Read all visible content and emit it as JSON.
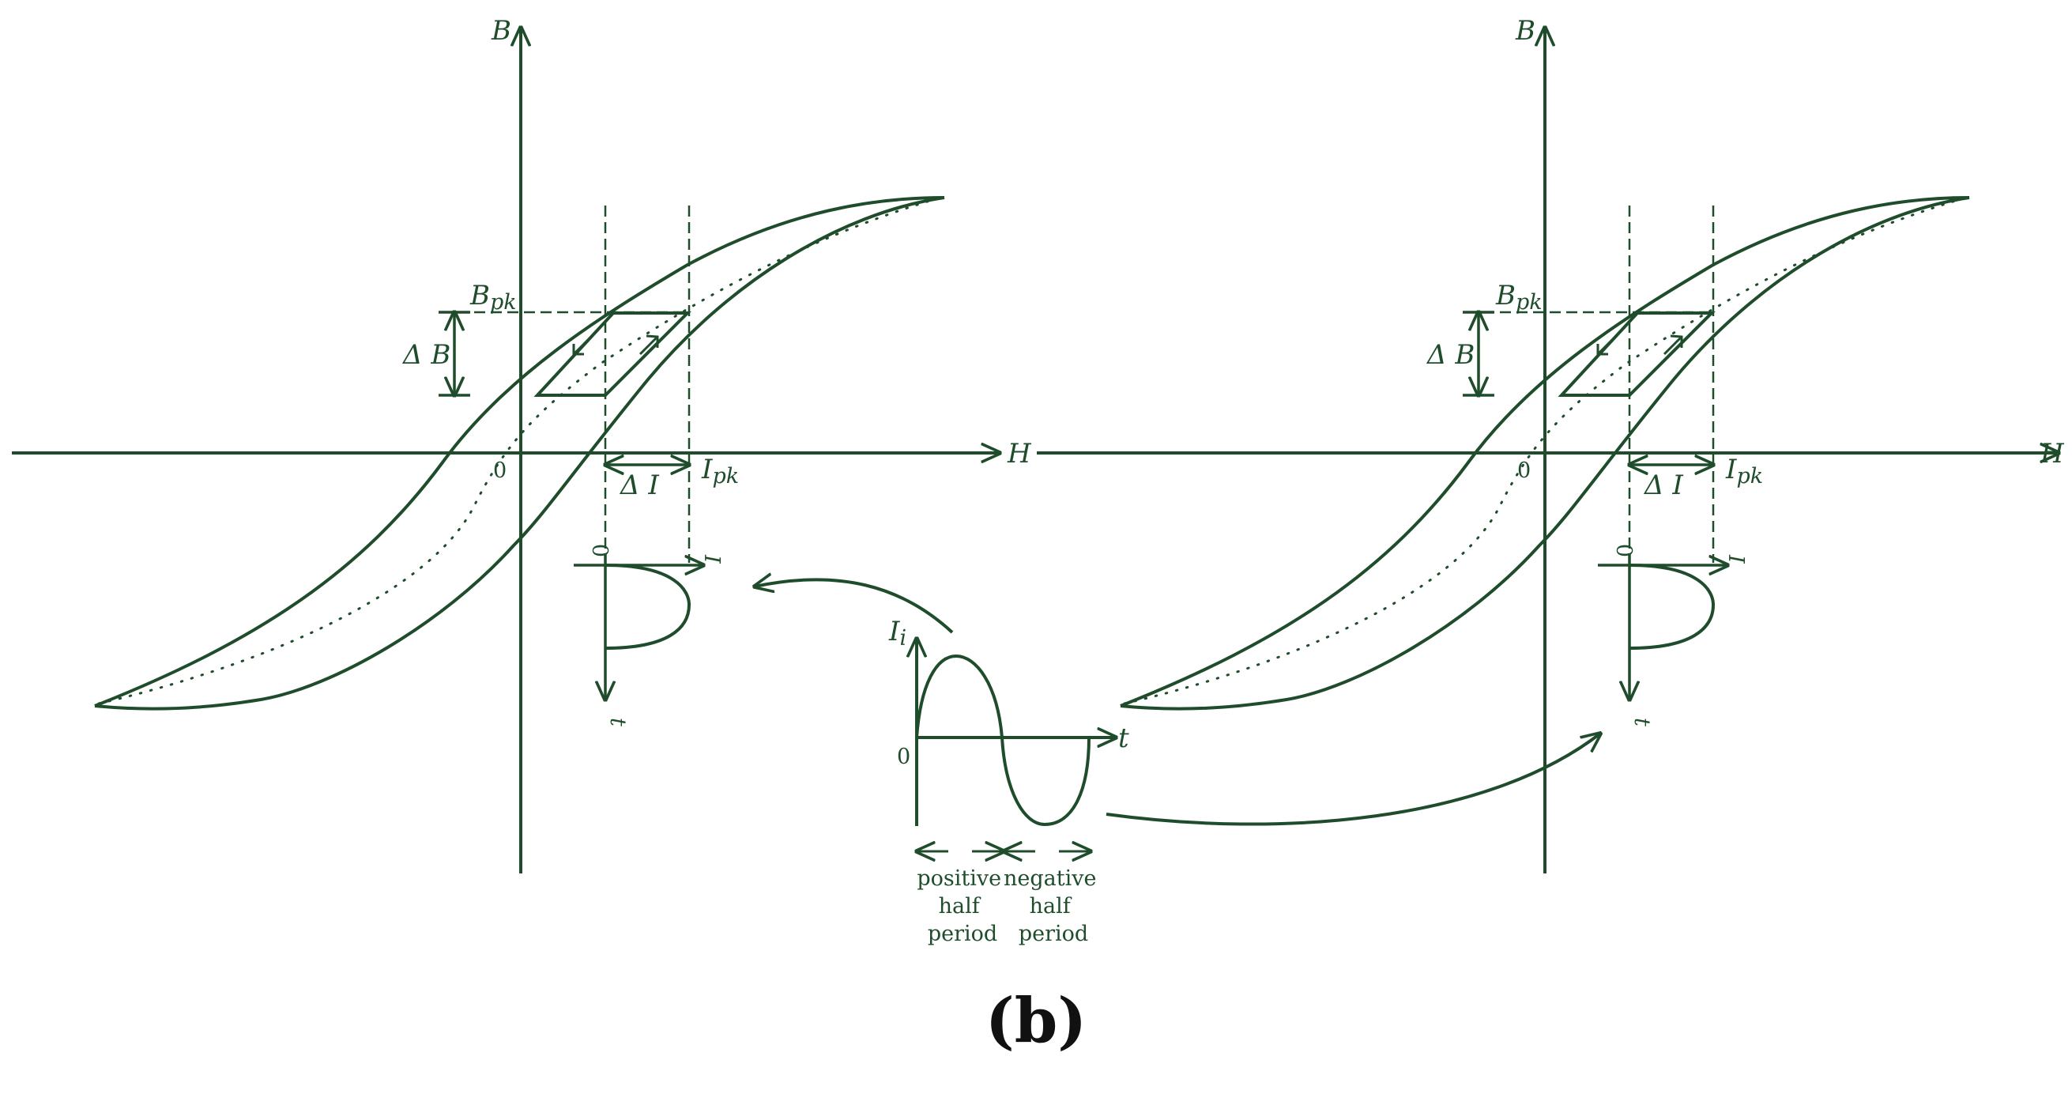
{
  "colors": {
    "ink": "#1f4d2c",
    "background": "#ffffff",
    "caption": "#111111"
  },
  "left_panel": {
    "axis_v": "B",
    "axis_h": "H",
    "origin": "0",
    "bpk": "B",
    "bpk_sub": "pk",
    "delta_b": "Δ B",
    "delta_i": "Δ I",
    "ipk": "I",
    "ipk_sub": "pk",
    "inset_zero": "0",
    "inset_i": "I",
    "inset_t": "t"
  },
  "right_panel": {
    "axis_v": "B",
    "axis_h": "H",
    "origin": "0",
    "bpk": "B",
    "bpk_sub": "pk",
    "delta_b": "Δ B",
    "delta_i": "Δ I",
    "ipk": "I",
    "ipk_sub": "pk",
    "inset_zero": "0",
    "inset_i": "I",
    "inset_t": "t"
  },
  "source_wave": {
    "ylabel": "I",
    "ylabel_sub": "i",
    "xlabel": "t",
    "origin": "0",
    "positive_lines": [
      "positive",
      "half",
      "period"
    ],
    "negative_lines": [
      "negative",
      "half",
      "period"
    ]
  },
  "caption": "(b)"
}
